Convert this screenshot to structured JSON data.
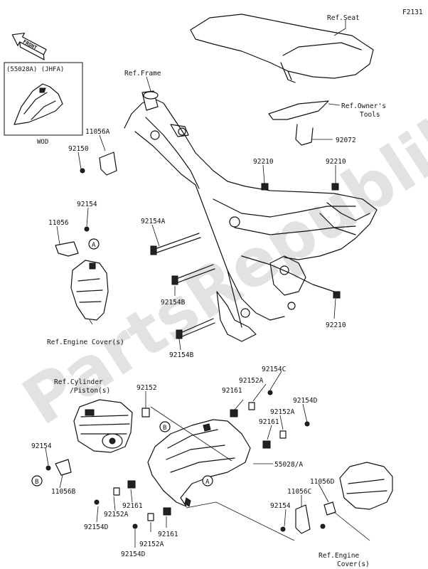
{
  "diagram_code": "F2131",
  "watermark": "PartsRepublik",
  "front_badge": "FRONT",
  "inset": {
    "codes": "(55028A)  (JHFA)",
    "caption": "WOD"
  },
  "callouts": {
    "a": "A",
    "b": "B"
  },
  "labels": {
    "ref_seat": "Ref.Seat",
    "ref_frame": "Ref.Frame",
    "ref_owners_tools_1": "Ref.Owner's",
    "ref_owners_tools_2": "Tools",
    "p92072": "92072",
    "p11056A": "11056A",
    "p92150": "92150",
    "p92210_a": "92210",
    "p92210_b": "92210",
    "p92210_c": "92210",
    "p92154_top": "92154",
    "p11056_top": "11056",
    "p92154A": "92154A",
    "p92154B_a": "92154B",
    "p92154B_b": "92154B",
    "ref_engine_cover_left": "Ref.Engine Cover(s)",
    "ref_cyl_1": "Ref.Cylinder",
    "ref_cyl_2": "/Piston(s)",
    "p92152_top": "92152",
    "p92154C": "92154C",
    "p92152A_top": "92152A",
    "p92161_a": "92161",
    "p92154D_r": "92154D",
    "p92152A_mid": "92152A",
    "p92161_b": "92161",
    "p92154_left": "92154",
    "p11056B": "11056B",
    "p55028A": "55028/A",
    "p11056D": "11056D",
    "p11056C": "11056C",
    "p92154_br": "92154",
    "p92154D_l": "92154D",
    "p92152A_l": "92152A",
    "p92161_l": "92161",
    "p92154D_b": "92154D",
    "p92152A_b": "92152A",
    "p92161_bb": "92161",
    "ref_engine_cover_br_1": "Ref.Engine",
    "ref_engine_cover_br_2": "Cover(s)"
  }
}
